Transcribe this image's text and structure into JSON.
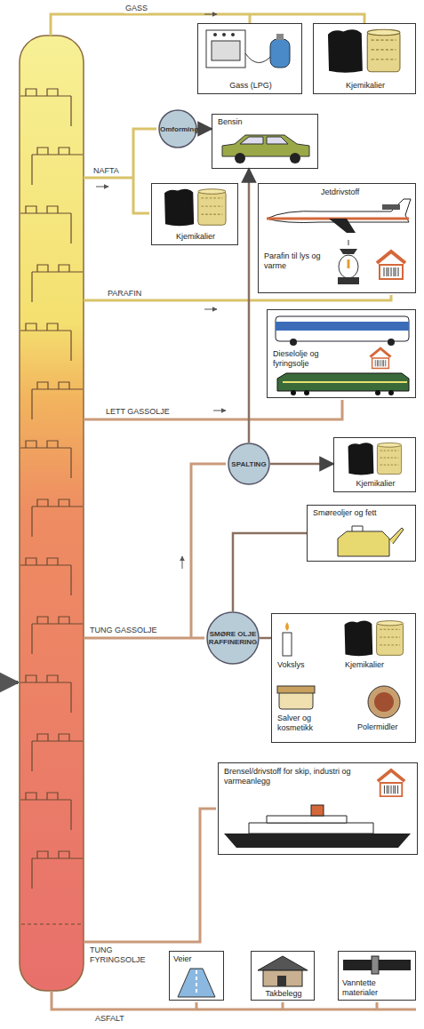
{
  "diagram": {
    "nodes": [
      {
        "text": [
          "Gass (LPG)"
        ]
      },
      {
        "text": [
          "Kjemikalier"
        ]
      },
      {
        "text": [
          "Omforming"
        ]
      },
      {
        "text": [
          "Bensin"
        ]
      },
      {
        "text": [
          "Kjemikalier"
        ]
      },
      {
        "text": [
          "Jetdrivstoff",
          "Parafin til lys og varme"
        ]
      },
      {
        "text": [
          "Dieselolje og fyringsolje"
        ]
      },
      {
        "text": [
          "SPALTING"
        ]
      },
      {
        "text": [
          "Kjemikalier"
        ]
      },
      {
        "text": [
          "Smøreoljer og fett"
        ]
      },
      {
        "text": [
          "SMØRE OLJE RAFFINERING"
        ]
      },
      {
        "text": [
          "Vokslys",
          "Kjemikalier",
          "Salver og kosmetikk",
          "Polermidler"
        ]
      },
      {
        "text": [
          "Brensel/drivstoff for skip, industri og varmeanlegg"
        ]
      },
      {
        "text": [
          "Veier"
        ]
      },
      {
        "text": [
          "Takbelegg"
        ]
      },
      {
        "text": [
          "Vanntette materialer"
        ]
      }
    ],
    "edges": [
      {
        "from": 2,
        "to": 3,
        "arrow": "to"
      },
      {
        "from": 7,
        "to": 3,
        "arrow": "to"
      },
      {
        "from": 7,
        "to": 8,
        "arrow": "to"
      },
      {
        "from": 10,
        "to": 9,
        "arrow": "none"
      },
      {
        "from": 10,
        "to": 11,
        "arrow": "none"
      }
    ],
    "labels": [
      "GASS",
      "NAFTA",
      "PARAFIN",
      "LETT GASSOLJE",
      "TUNG GASSOLJE",
      "TUNG FYRINGSOLJE",
      "ASFALT"
    ]
  }
}
